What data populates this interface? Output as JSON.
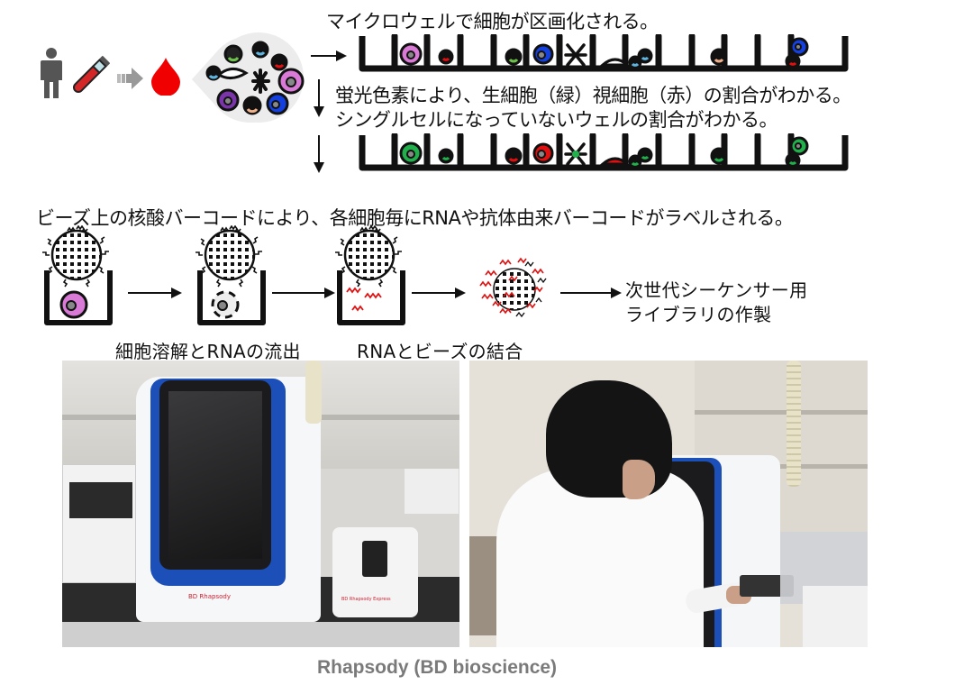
{
  "workflow_top": {
    "step1_label": "マイクロウェルで細胞が区画化される。",
    "step2_label_line1": "蛍光色素により、生細胞（緑）視細胞（赤）の割合がわかる。",
    "step2_label_line2": "シングルセルになっていないウェルの割合がわかる。",
    "icons": [
      "person-icon",
      "blood-tube-icon",
      "gray-arrow-icon",
      "blood-drop-icon",
      "cell-mixture-bubble-icon"
    ],
    "strip_before_colors": [
      "#d97ad6",
      "#e01010",
      "#6cc24a",
      "#1540e0",
      "#5fb4e0",
      "#f0b08a",
      "#1540e0",
      "#e01010"
    ],
    "strip_after_colors": [
      "#22b04c",
      "#e01010"
    ]
  },
  "workflow_bottom": {
    "heading": "ビーズ上の核酸バーコードにより、各細胞毎にRNAや抗体由来バーコードがラベルされる。",
    "label_lysis": "細胞溶解とRNAの流出",
    "label_binding": "RNAとビーズの結合",
    "label_library_line1": "次世代シーケンサー用",
    "label_library_line2": "ライブラリの作製"
  },
  "photos": {
    "left_brand_text": "BD Rhapsody",
    "left_express_text": "BD Rhapsody Express",
    "alt_left": "BD Rhapsody instrument on lab bench",
    "alt_right": "Researcher operating BD Rhapsody instrument"
  },
  "caption": "Rhapsody (BD bioscience)",
  "colors": {
    "pink_cell": "#d97ad6",
    "red": "#e01010",
    "green": "#22b04c",
    "blue": "#1540e0",
    "instrument_blue": "#1d4fb8",
    "caption_gray": "#7a7a7a"
  }
}
